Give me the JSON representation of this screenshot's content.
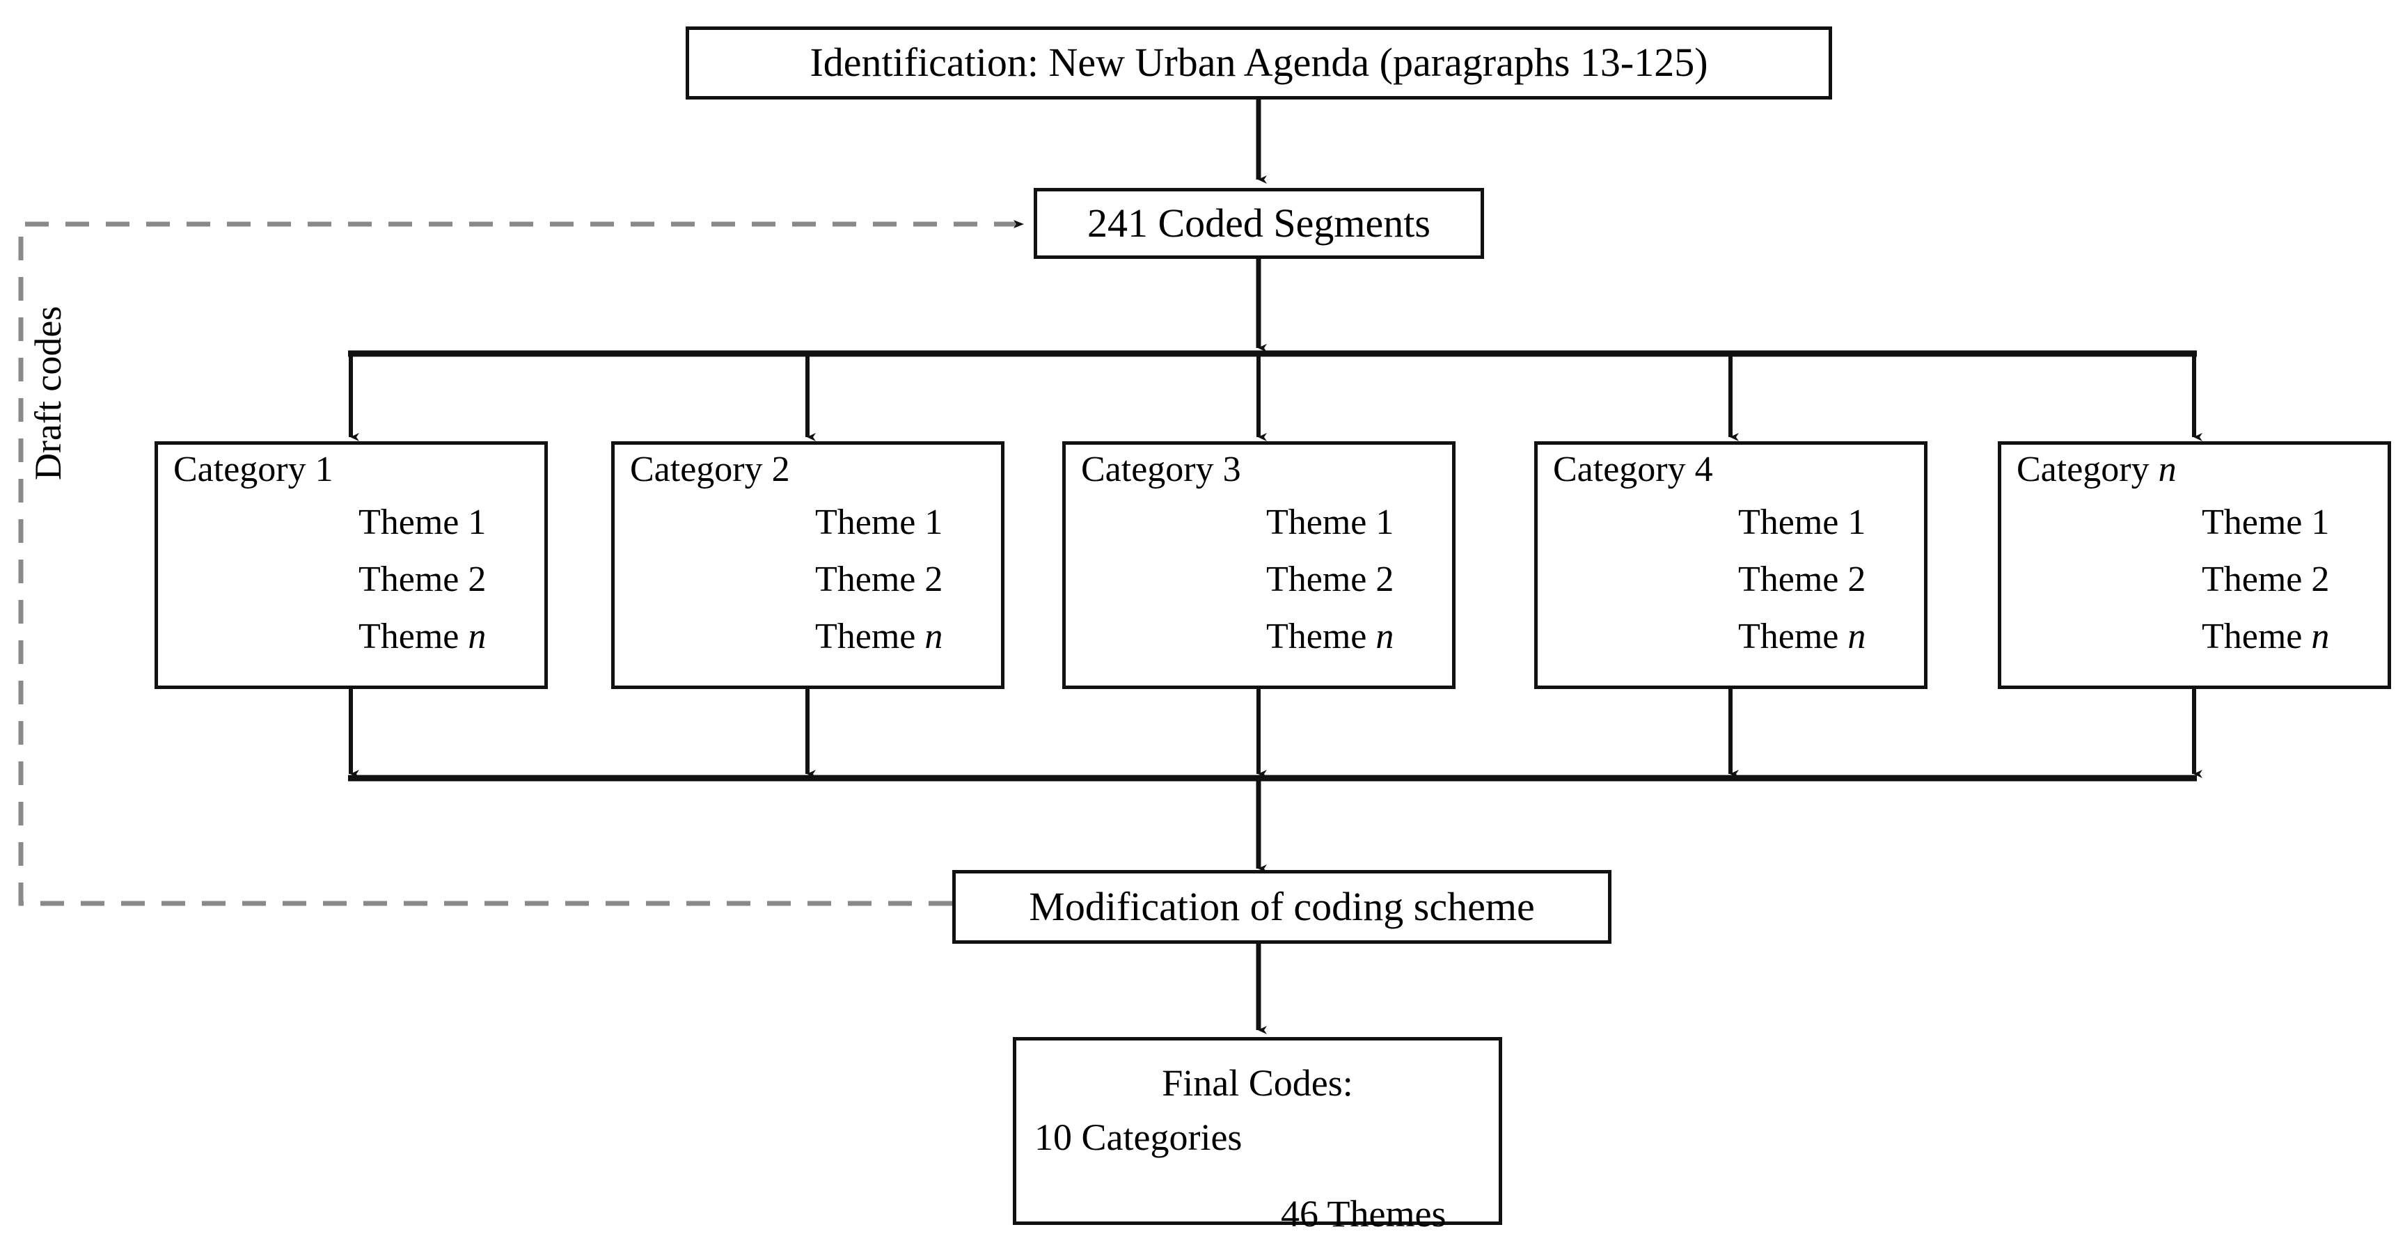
{
  "diagram": {
    "title_text": "Identification: New Urban Agenda (paragraphs 13-125)",
    "side_label": "Draft codes",
    "colors": {
      "stroke": "#111111",
      "inner_stroke": "#3a3a3a",
      "dashed_stroke": "#8a8a8a",
      "background": "#ffffff"
    }
  },
  "nodes": {
    "identification": {
      "label": "Identification: New Urban Agenda (paragraphs 13-125)"
    },
    "coded_segments": {
      "label": "241 Coded Segments"
    },
    "modification": {
      "label": "Modification of coding scheme"
    },
    "final_codes": {
      "title": "Final Codes:",
      "categories": "10 Categories",
      "themes": "46 Themes"
    }
  },
  "categories": [
    {
      "label_prefix": "Category ",
      "label_suffix": "1",
      "suffix_italic": false,
      "themes": [
        {
          "prefix": "Theme ",
          "suffix": "1",
          "suffix_italic": false
        },
        {
          "prefix": "Theme ",
          "suffix": "2",
          "suffix_italic": false
        },
        {
          "prefix": "Theme ",
          "suffix": "n",
          "suffix_italic": true
        }
      ]
    },
    {
      "label_prefix": "Category ",
      "label_suffix": "2",
      "suffix_italic": false,
      "themes": [
        {
          "prefix": "Theme ",
          "suffix": "1",
          "suffix_italic": false
        },
        {
          "prefix": "Theme ",
          "suffix": "2",
          "suffix_italic": false
        },
        {
          "prefix": "Theme ",
          "suffix": "n",
          "suffix_italic": true
        }
      ]
    },
    {
      "label_prefix": "Category ",
      "label_suffix": "3",
      "suffix_italic": false,
      "themes": [
        {
          "prefix": "Theme ",
          "suffix": "1",
          "suffix_italic": false
        },
        {
          "prefix": "Theme ",
          "suffix": "2",
          "suffix_italic": false
        },
        {
          "prefix": "Theme ",
          "suffix": "n",
          "suffix_italic": true
        }
      ]
    },
    {
      "label_prefix": "Category ",
      "label_suffix": "4",
      "suffix_italic": false,
      "themes": [
        {
          "prefix": "Theme ",
          "suffix": "1",
          "suffix_italic": false
        },
        {
          "prefix": "Theme ",
          "suffix": "2",
          "suffix_italic": false
        },
        {
          "prefix": "Theme ",
          "suffix": "n",
          "suffix_italic": true
        }
      ]
    },
    {
      "label_prefix": "Category ",
      "label_suffix": "n",
      "suffix_italic": true,
      "themes": [
        {
          "prefix": "Theme ",
          "suffix": "1",
          "suffix_italic": false
        },
        {
          "prefix": "Theme ",
          "suffix": "2",
          "suffix_italic": false
        },
        {
          "prefix": "Theme ",
          "suffix": "n",
          "suffix_italic": true
        }
      ]
    }
  ]
}
